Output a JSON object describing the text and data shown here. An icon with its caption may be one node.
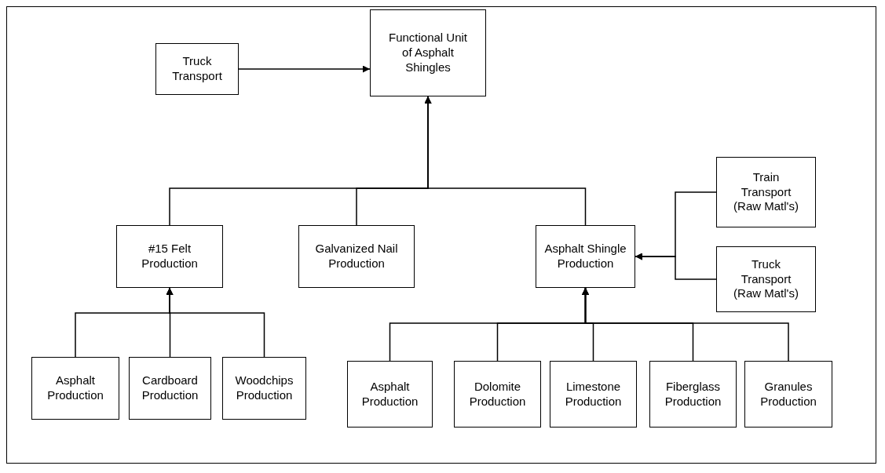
{
  "diagram": {
    "nodes": [
      {
        "text": [
          "Truck Transport"
        ]
      },
      {
        "text": [
          "Functional Unit of Asphalt Shingles"
        ]
      },
      {
        "text": [
          "#15 Felt Production"
        ]
      },
      {
        "text": [
          "Galvanized Nail Production"
        ]
      },
      {
        "text": [
          "Asphalt Shingle Production"
        ]
      },
      {
        "text": [
          "Train Transport (Raw Matl's)"
        ]
      },
      {
        "text": [
          "Truck Transport (Raw Matl's)"
        ]
      },
      {
        "text": [
          "Asphalt Production"
        ]
      },
      {
        "text": [
          "Cardboard Production"
        ]
      },
      {
        "text": [
          "Woodchips Production"
        ]
      },
      {
        "text": [
          "Asphalt Production"
        ]
      },
      {
        "text": [
          "Dolomite Production"
        ]
      },
      {
        "text": [
          "Limestone Production"
        ]
      },
      {
        "text": [
          "Fiberglass Production"
        ]
      },
      {
        "text": [
          "Granules Production"
        ]
      }
    ],
    "edges": [
      {
        "from": 0,
        "to": 1,
        "arrow": "to"
      },
      {
        "from": 2,
        "to": 1,
        "arrow": "to"
      },
      {
        "from": 3,
        "to": 1,
        "arrow": "to"
      },
      {
        "from": 4,
        "to": 1,
        "arrow": "to"
      },
      {
        "from": 5,
        "to": 4,
        "arrow": "to"
      },
      {
        "from": 6,
        "to": 4,
        "arrow": "to"
      },
      {
        "from": 7,
        "to": 2,
        "arrow": "to"
      },
      {
        "from": 8,
        "to": 2,
        "arrow": "to"
      },
      {
        "from": 9,
        "to": 2,
        "arrow": "to"
      },
      {
        "from": 10,
        "to": 4,
        "arrow": "to"
      },
      {
        "from": 11,
        "to": 4,
        "arrow": "to"
      },
      {
        "from": 12,
        "to": 4,
        "arrow": "to"
      },
      {
        "from": 13,
        "to": 4,
        "arrow": "to"
      },
      {
        "from": 14,
        "to": 4,
        "arrow": "to"
      }
    ]
  }
}
